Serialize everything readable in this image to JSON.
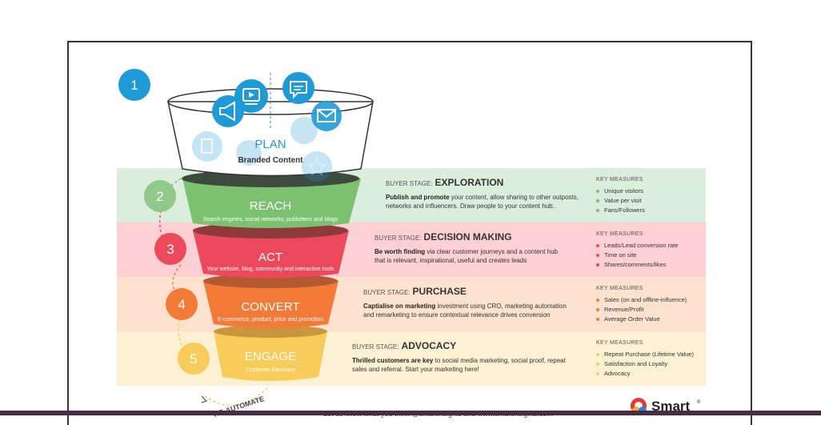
{
  "steps": [
    "1",
    "2",
    "3",
    "4",
    "5"
  ],
  "funnel": {
    "plan": {
      "title": "PLAN",
      "subtitle": "Branded Content"
    },
    "reach": {
      "title": "REACH",
      "subtitle": "Search engines, social networks, publishers and blogs"
    },
    "act": {
      "title": "ACT",
      "subtitle": "Your website, blog, community and interactive tools"
    },
    "convert": {
      "title": "CONVERT",
      "subtitle": "E-commerce, product, price and promotion"
    },
    "engage": {
      "title": "ENGAGE",
      "subtitle": "Customer Advocacy"
    }
  },
  "re_automate": "RE-AUTOMATE",
  "stage_prefix": "BUYER STAGE:",
  "key_measures_label": "KEY MEASURES",
  "rows": [
    {
      "stage": "EXPLORATION",
      "lead": "Publish and promote",
      "text": "your content, allow sharing to other outposts, networks and influencers. Draw people to your content hub..",
      "measures": [
        "Unique visitors",
        "Value per visit",
        "Fans/Followers"
      ]
    },
    {
      "stage": "DECISION MAKING",
      "lead": "Be worth finding",
      "text": "via clear customer journeys and a content hub that is relevant, inspirational, useful and creates leads",
      "measures": [
        "Leads/Lead conversion rate",
        "Time on site",
        "Shares/comments/likes"
      ]
    },
    {
      "stage": "PURCHASE",
      "lead": "Captialise on marketing",
      "text": "investment using CRO, marketing automation and remarketing to ensure contextual relevance drives conversion",
      "measures": [
        "Sales (on and offline-influence)",
        "Revenue/Profit",
        "Average Order Value"
      ]
    },
    {
      "stage": "ADVOCACY",
      "lead": "Thrilled customers are key",
      "text": "to social media marketing, social proof, repeat sales and referral. Start your marketing here!",
      "measures": [
        "Repeat Purchase (Lifetime Value)",
        "Satisfaction and Loyalty",
        "Advocacy"
      ]
    }
  ],
  "footer": "Let us know what you think @smartinsights and www.smartinsights.com",
  "logo": {
    "text": "Smart",
    "reg": "®"
  },
  "colors": {
    "plan": "#1e9ad6",
    "reach": "#7bc16f",
    "act": "#ec4a5c",
    "convert": "#f37a37",
    "engage": "#f8cc5a",
    "band_reach": "#dbeedd",
    "band_act": "#fdd0d3",
    "band_convert": "#fde3cf",
    "band_engage": "#fdf1d4",
    "frame": "#4a2a47"
  },
  "icons": [
    "video-icon",
    "chat-icon",
    "megaphone-icon",
    "mail-icon",
    "document-icon",
    "star-icon"
  ]
}
